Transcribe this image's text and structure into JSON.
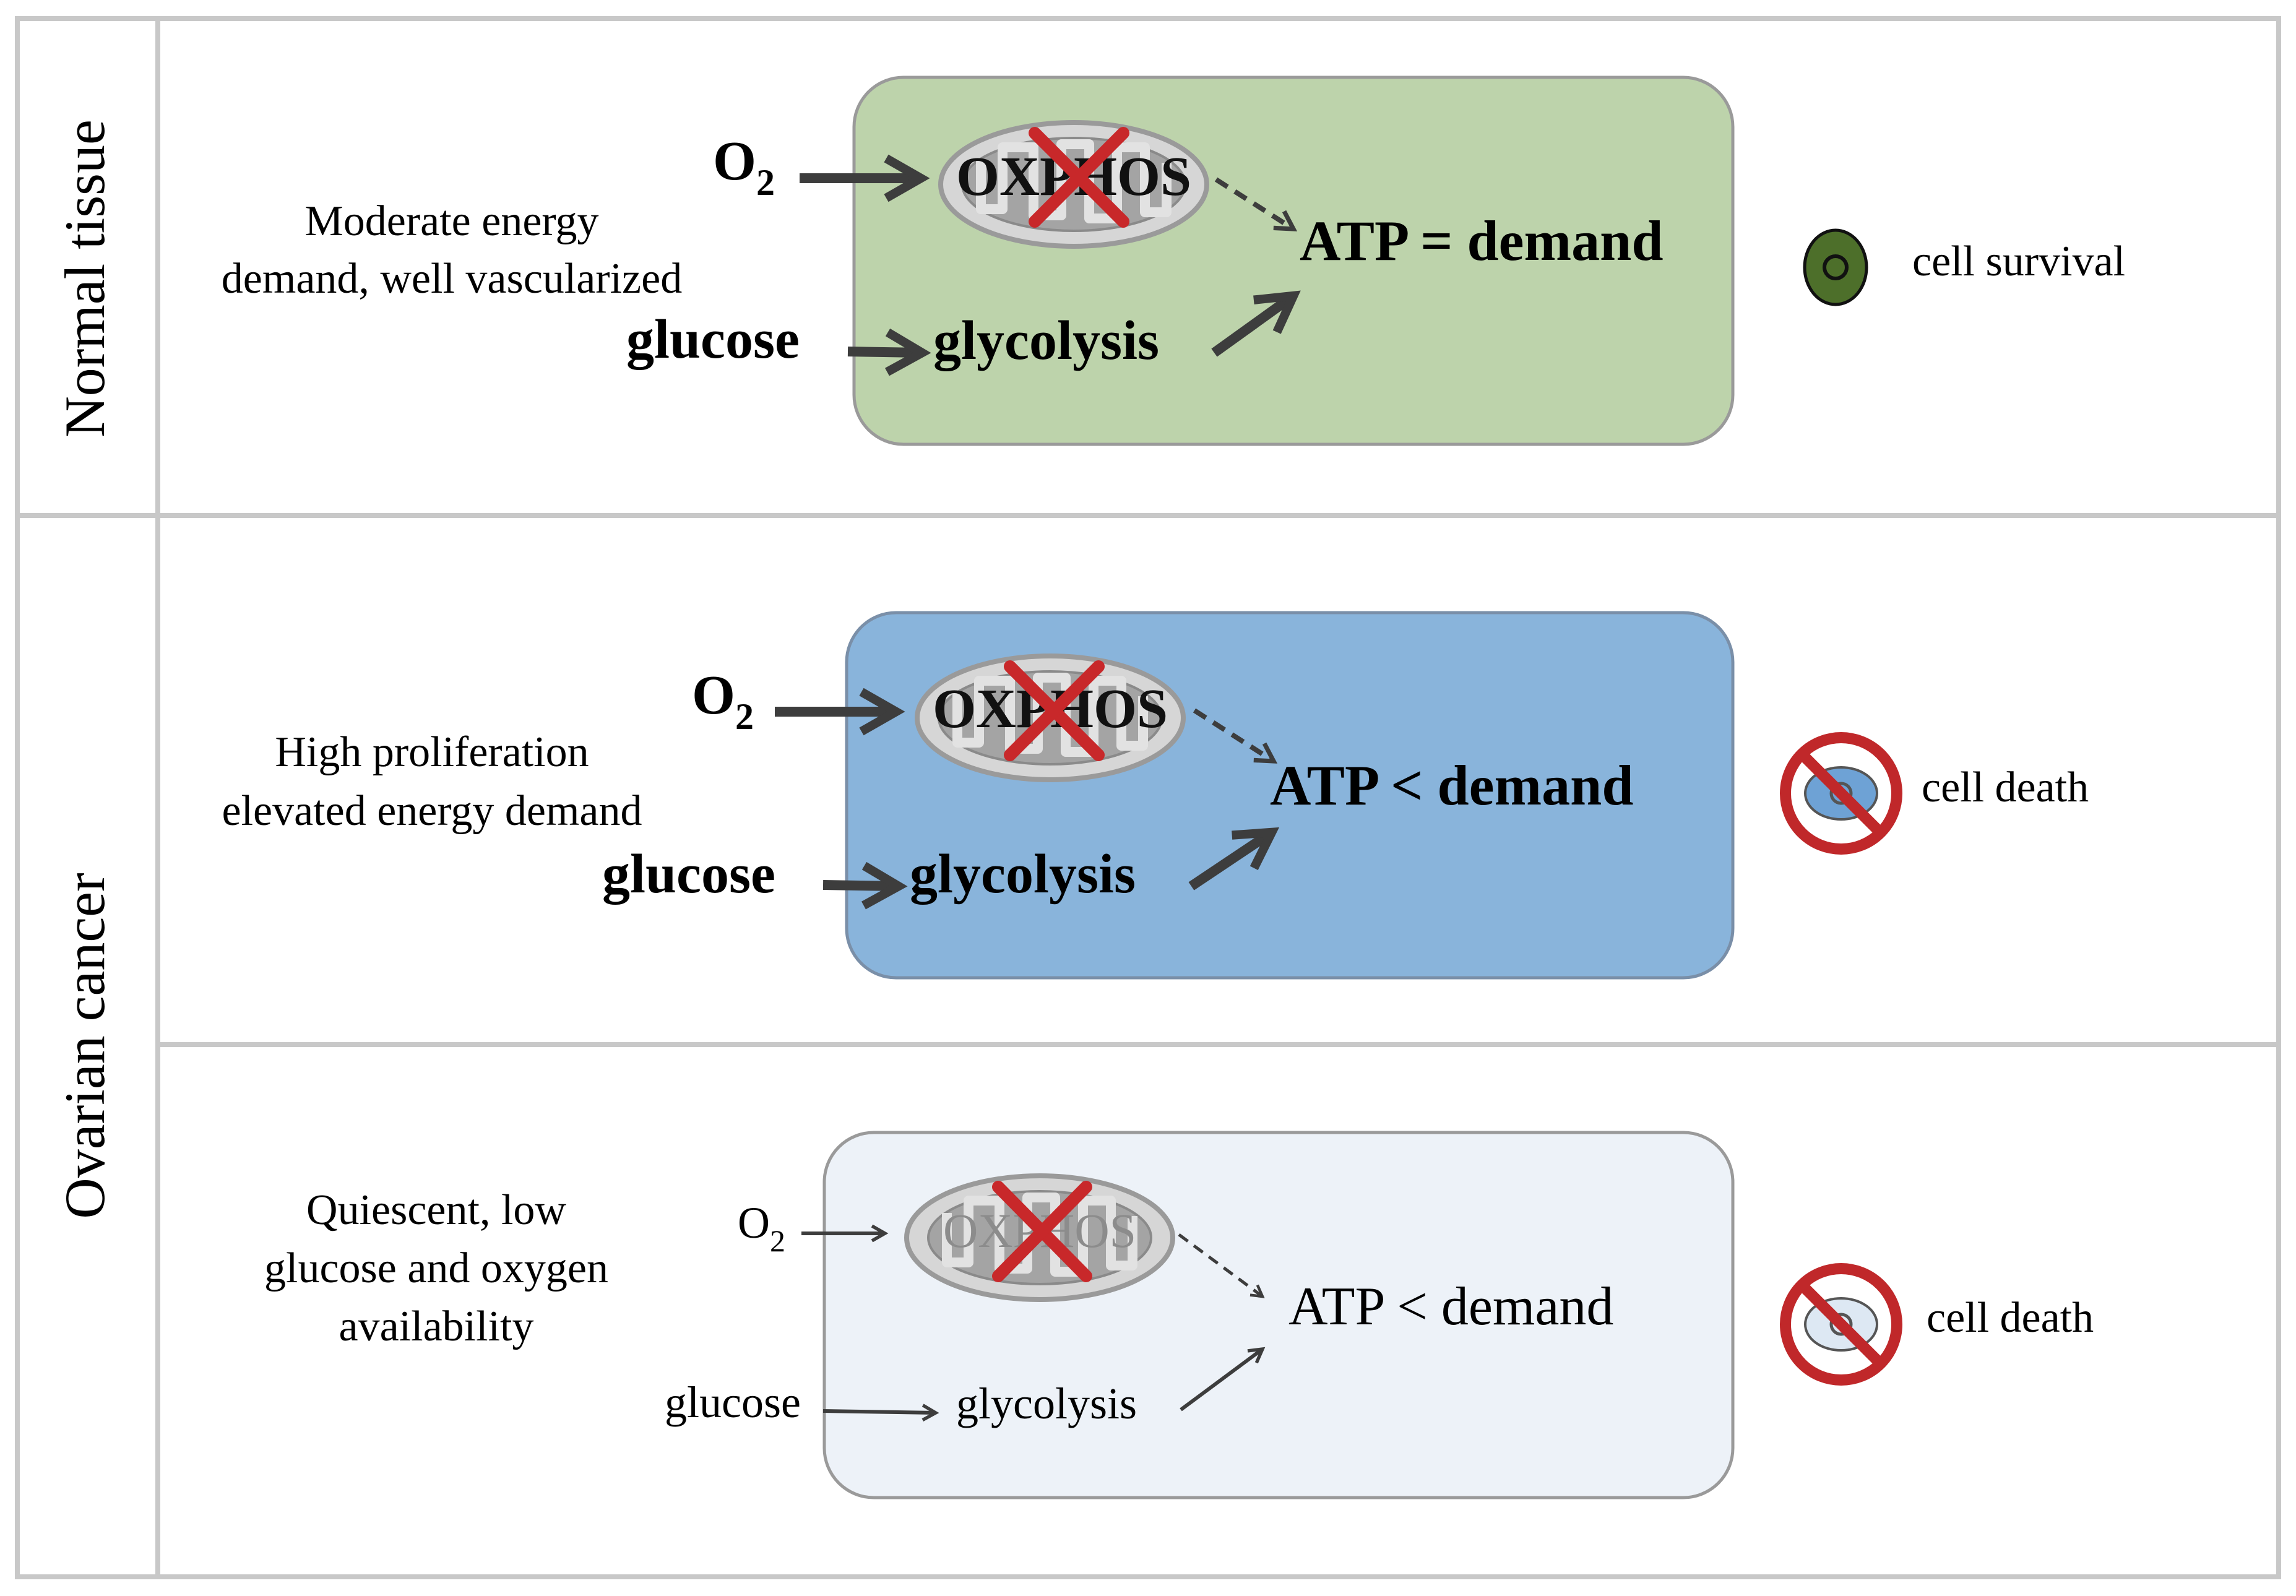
{
  "row_labels": {
    "normal": "Normal tissue",
    "cancer": "Ovarian cancer"
  },
  "colors": {
    "grid_line": "#c8c8c8",
    "panel_normal": "#bdd3ab",
    "panel_proliferating": "#89b4db",
    "panel_quiescent": "#edf2f8",
    "arrow": "#3d3d3d",
    "cross": "#c8282a",
    "prohibit": "#c0282a",
    "cell_normal": "#4d6f2a",
    "cell_blue": "#6ea2d5",
    "cell_pale": "#dde8f3"
  },
  "panels": [
    {
      "id": "normal",
      "condition_lines": [
        "Moderate energy",
        "demand, well vascularized"
      ],
      "o2": "O",
      "o2_sub": "2",
      "oxphos": "OXPHOS",
      "glucose": "glucose",
      "glycolysis": "glycolysis",
      "atp": "ATP = demand",
      "outcome": "cell survival",
      "outcome_icon": "healthy-cell-icon",
      "text_style": "bold"
    },
    {
      "id": "proliferating",
      "condition_lines": [
        "High proliferation",
        "elevated energy demand"
      ],
      "o2": "O",
      "o2_sub": "2",
      "oxphos": "OXPHOS",
      "glucose": "glucose",
      "glycolysis": "glycolysis",
      "atp": "ATP < demand",
      "outcome": "cell death",
      "outcome_icon": "cell-death-icon",
      "text_style": "bold"
    },
    {
      "id": "quiescent",
      "condition_lines": [
        "Quiescent, low",
        "glucose and oxygen",
        "availability"
      ],
      "o2": "O",
      "o2_sub": "2",
      "oxphos": "OXPHOS",
      "glucose": "glucose",
      "glycolysis": "glycolysis",
      "atp": "ATP < demand",
      "outcome": "cell death",
      "outcome_icon": "cell-death-icon",
      "text_style": "normal"
    }
  ]
}
